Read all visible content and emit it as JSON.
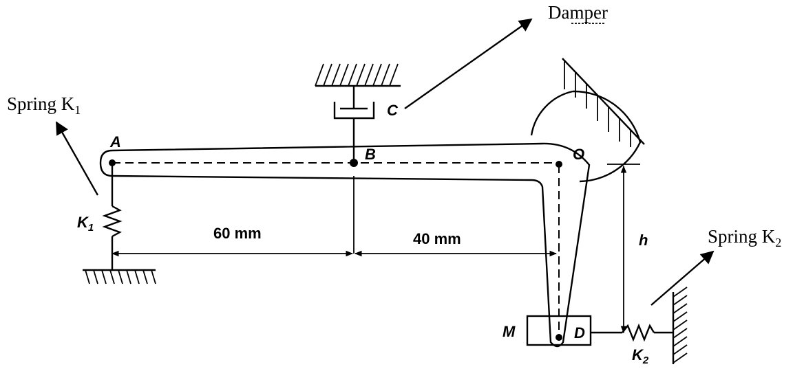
{
  "labels": {
    "damper": "Damper",
    "spring1": {
      "text": "Spring K",
      "sub": "1"
    },
    "spring2": {
      "text": "Spring K",
      "sub": "2"
    },
    "point_a": "A",
    "point_b": "B",
    "point_c": "C",
    "point_o": "O",
    "point_d": "D",
    "mass": "M",
    "height": "h",
    "k1": {
      "text": "K",
      "sub": "1"
    },
    "k2": {
      "text": "K",
      "sub": "2"
    }
  },
  "dimensions": {
    "left": "60 mm",
    "right": "40 mm"
  }
}
